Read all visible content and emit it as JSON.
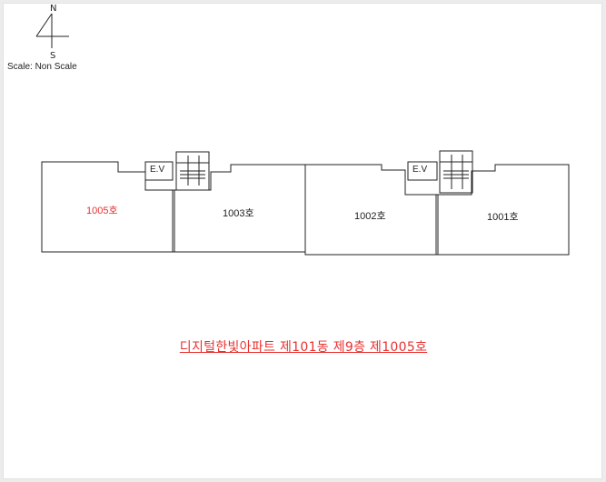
{
  "compass": {
    "north": "N",
    "south": "S"
  },
  "scale": "Scale: Non Scale",
  "units": [
    {
      "label": "1005호"
    },
    {
      "label": "1003호"
    },
    {
      "label": "1002호"
    },
    {
      "label": "1001호"
    }
  ],
  "elevators": [
    {
      "label": "E.V"
    },
    {
      "label": "E.V"
    }
  ],
  "caption": "디지털한빛아파트 제101동 제9층 제1005호",
  "colors": {
    "highlight": "#e8312f",
    "line": "#222222"
  }
}
